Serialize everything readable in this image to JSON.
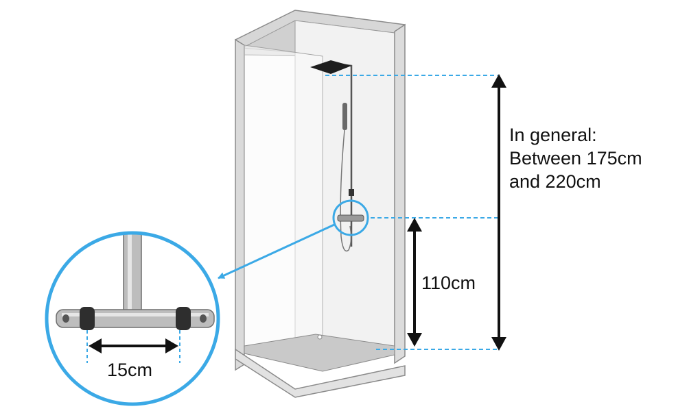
{
  "labels": {
    "general_line1": "In general:",
    "general_line2": "Between 175cm",
    "general_line3": "and 220cm",
    "valve_height": "110cm",
    "valve_spacing": "15cm"
  },
  "colors": {
    "callout_blue": "#3BA9E6",
    "arrow_black": "#111111",
    "panel_gray": "#D5D5D5",
    "glass": "#F5F5F5",
    "outline": "#8A8A8A"
  }
}
